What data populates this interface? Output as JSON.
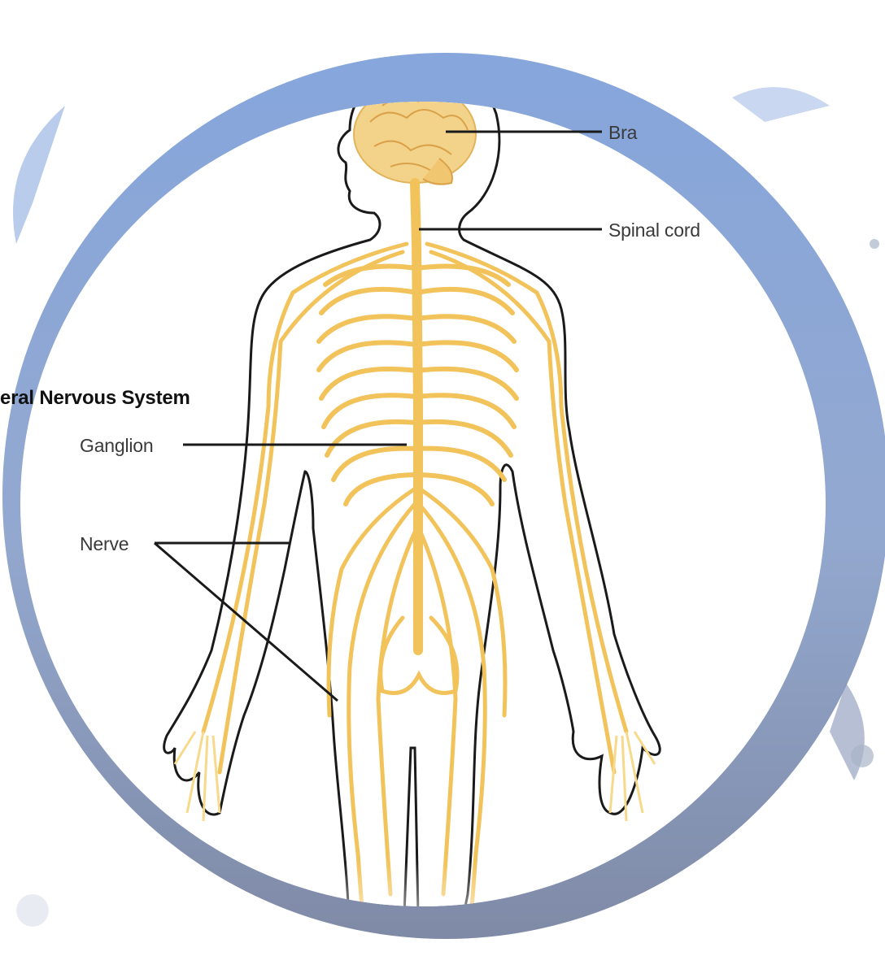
{
  "labels": {
    "brain": "Bra",
    "spinal_cord": "Spinal cord",
    "pns": "eral Nervous System",
    "ganglion": "Ganglion",
    "nerve": "Nerve"
  },
  "colors": {
    "nerve": "#f2c35a",
    "nerve_light": "#f7d98c",
    "brain": "#f3d28a",
    "outline": "#1a1a1a",
    "frame": "#8aa6d6",
    "frame_dark": "#7c8fb2"
  }
}
